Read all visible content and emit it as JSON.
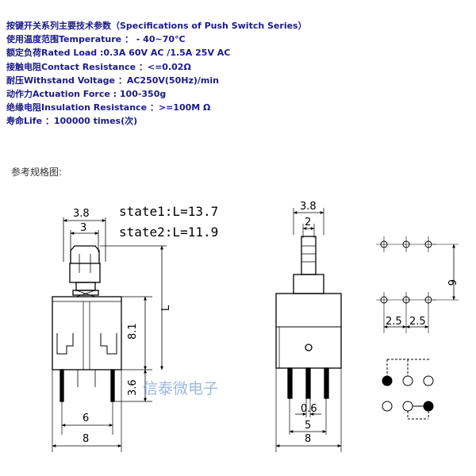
{
  "specs": {
    "title": "按键开关系列主要技术参数（Specifications of Push Switch Series）",
    "lines": [
      "使用温度范围Temperature ： - 40~70°C",
      "额定负荷Rated Load :0.3A  60V AC  /1.5A 25V AC",
      "接触电阻Contact Resistance ：<=0.02Ω",
      "耐压Withstand Voltage ：AC250V(50Hz)/min",
      "动作力Actuation Force : 100-350g",
      "绝缘电阻Insulation Resistance ：>=100M Ω",
      "寿命Life  ：100000 times(次)"
    ]
  },
  "reference_label": "参考规格图:",
  "drawing": {
    "state1": "state1:L=13.7",
    "state2": "state2:L=11.9",
    "front": {
      "dim_top_outer": "3.8",
      "dim_top_inner": "3",
      "dim_body": "8.1",
      "dim_L": "L",
      "dim_pin": "3.6",
      "dim_pin_span": "6",
      "dim_width": "8"
    },
    "side": {
      "dim_top_outer": "3.8",
      "dim_top_inner": "2",
      "dim_pin": "0.6",
      "dim_pin_span": "5",
      "dim_width": "8"
    },
    "footprint": {
      "dim_height": "6",
      "dim_pitch_left": "2.5",
      "dim_pitch_right": "2.5"
    },
    "watermark": "信泰微电子"
  }
}
